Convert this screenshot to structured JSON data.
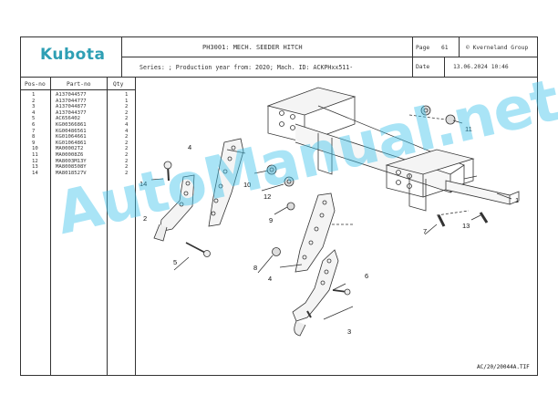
{
  "header": {
    "brand": "Kubota",
    "title": "PH3001: MECH. SEEDER HITCH",
    "series_line": "Series: ; Production year from: 2020; Mach. ID: ACKPHxx511-",
    "page_label": "Page",
    "page_number": "61",
    "copyright": "© Kverneland Group",
    "date_label": "Date",
    "date_value": "13.06.2024  10:46"
  },
  "table": {
    "headers": {
      "pos": "Pos-no",
      "part": "Part-no",
      "qty": "Qty"
    },
    "rows": [
      {
        "pos": "1",
        "part": "A137044577",
        "qty": "1"
      },
      {
        "pos": "2",
        "part": "A137044777",
        "qty": "1"
      },
      {
        "pos": "3",
        "part": "A137044877",
        "qty": "2"
      },
      {
        "pos": "4",
        "part": "A137044377",
        "qty": "2"
      },
      {
        "pos": "5",
        "part": "AC656402",
        "qty": "2"
      },
      {
        "pos": "6",
        "part": "KG00366861",
        "qty": "4"
      },
      {
        "pos": "7",
        "part": "KG00486561",
        "qty": "4"
      },
      {
        "pos": "8",
        "part": "KG01064661",
        "qty": "2"
      },
      {
        "pos": "9",
        "part": "KG01064861",
        "qty": "2"
      },
      {
        "pos": "10",
        "part": "MA00002T2",
        "qty": "2"
      },
      {
        "pos": "11",
        "part": "MA00008Z6",
        "qty": "2"
      },
      {
        "pos": "12",
        "part": "MA8003M13Y",
        "qty": "2"
      },
      {
        "pos": "13",
        "part": "MA8008508Y",
        "qty": "2"
      },
      {
        "pos": "14",
        "part": "MA8018527V",
        "qty": "2"
      }
    ]
  },
  "drawing": {
    "callouts": [
      "1",
      "2",
      "3",
      "4",
      "4",
      "5",
      "6",
      "7",
      "8",
      "9",
      "10",
      "11",
      "12",
      "13",
      "14"
    ],
    "file_ref": "AC/20/20044A.TIF"
  },
  "watermark": "AutoManual.net"
}
